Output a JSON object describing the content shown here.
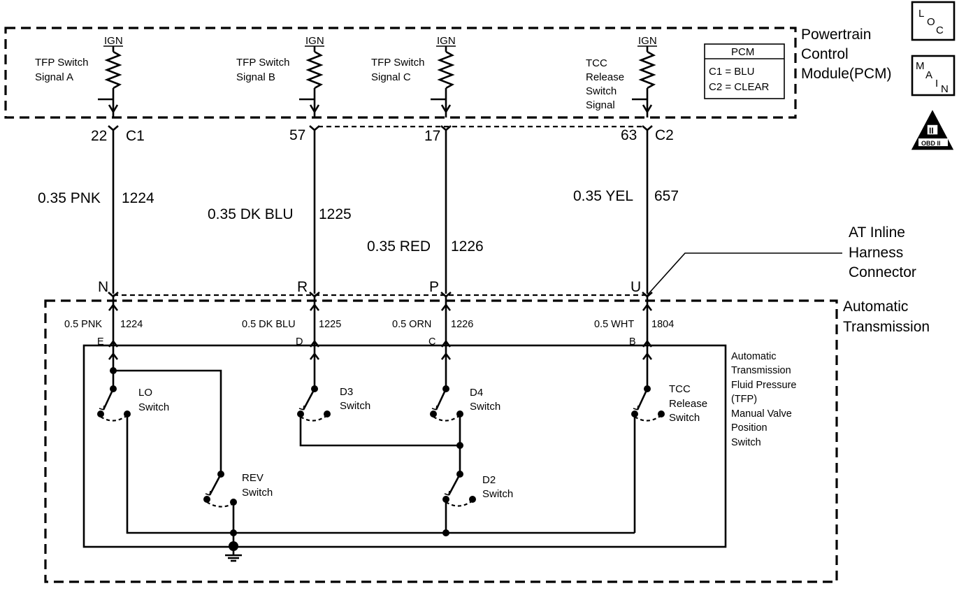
{
  "ign": "IGN",
  "pcm": {
    "title_line1": "Powertrain",
    "title_line2": "Control",
    "title_line3": "Module(PCM)",
    "legend_title": "PCM",
    "legend_c1": "C1 = BLU",
    "legend_c2": "C2 = CLEAR"
  },
  "signals": [
    {
      "line1": "TFP Switch",
      "line2": "Signal A"
    },
    {
      "line1": "TFP Switch",
      "line2": "Signal B"
    },
    {
      "line1": "TFP Switch",
      "line2": "Signal C"
    },
    {
      "line1": "TCC",
      "line2": "Release",
      "line3": "Switch",
      "line4": "Signal"
    }
  ],
  "pcm_pins": [
    "22",
    "57",
    "17",
    "63"
  ],
  "connectors": [
    "C1",
    "C2"
  ],
  "upper_wires": [
    {
      "gauge_color": "0.35 PNK",
      "circuit": "1224"
    },
    {
      "gauge_color": "0.35 DK BLU",
      "circuit": "1225"
    },
    {
      "gauge_color": "0.35 RED",
      "circuit": "1226"
    },
    {
      "gauge_color": "0.35 YEL",
      "circuit": "657"
    }
  ],
  "inline": {
    "pins": [
      "N",
      "R",
      "P",
      "U"
    ],
    "label_line1": "AT Inline",
    "label_line2": "Harness",
    "label_line3": "Connector"
  },
  "trans": {
    "title_line1": "Automatic",
    "title_line2": "Transmission"
  },
  "lower_wires": [
    {
      "gauge_color": "0.5 PNK",
      "circuit": "1224",
      "pin": "E"
    },
    {
      "gauge_color": "0.5 DK BLU",
      "circuit": "1225",
      "pin": "D"
    },
    {
      "gauge_color": "0.5 ORN",
      "circuit": "1226",
      "pin": "C"
    },
    {
      "gauge_color": "0.5 WHT",
      "circuit": "1804",
      "pin": "B"
    }
  ],
  "switches": {
    "lo": {
      "line1": "LO",
      "line2": "Switch"
    },
    "d3": {
      "line1": "D3",
      "line2": "Switch"
    },
    "d4": {
      "line1": "D4",
      "line2": "Switch"
    },
    "tcc": {
      "line1": "TCC",
      "line2": "Release",
      "line3": "Switch"
    },
    "rev": {
      "line1": "REV",
      "line2": "Switch"
    },
    "d2": {
      "line1": "D2",
      "line2": "Switch"
    }
  },
  "tfp_label": [
    "Automatic",
    "Transmission",
    "Fluid Pressure",
    "(TFP)",
    "Manual Valve",
    "Position",
    "Switch"
  ],
  "badges": {
    "loc": [
      "L",
      "O",
      "C"
    ],
    "main": [
      "M",
      "A",
      "I",
      "N"
    ],
    "obd_numeral": "II",
    "obd_text": "OBD II"
  }
}
